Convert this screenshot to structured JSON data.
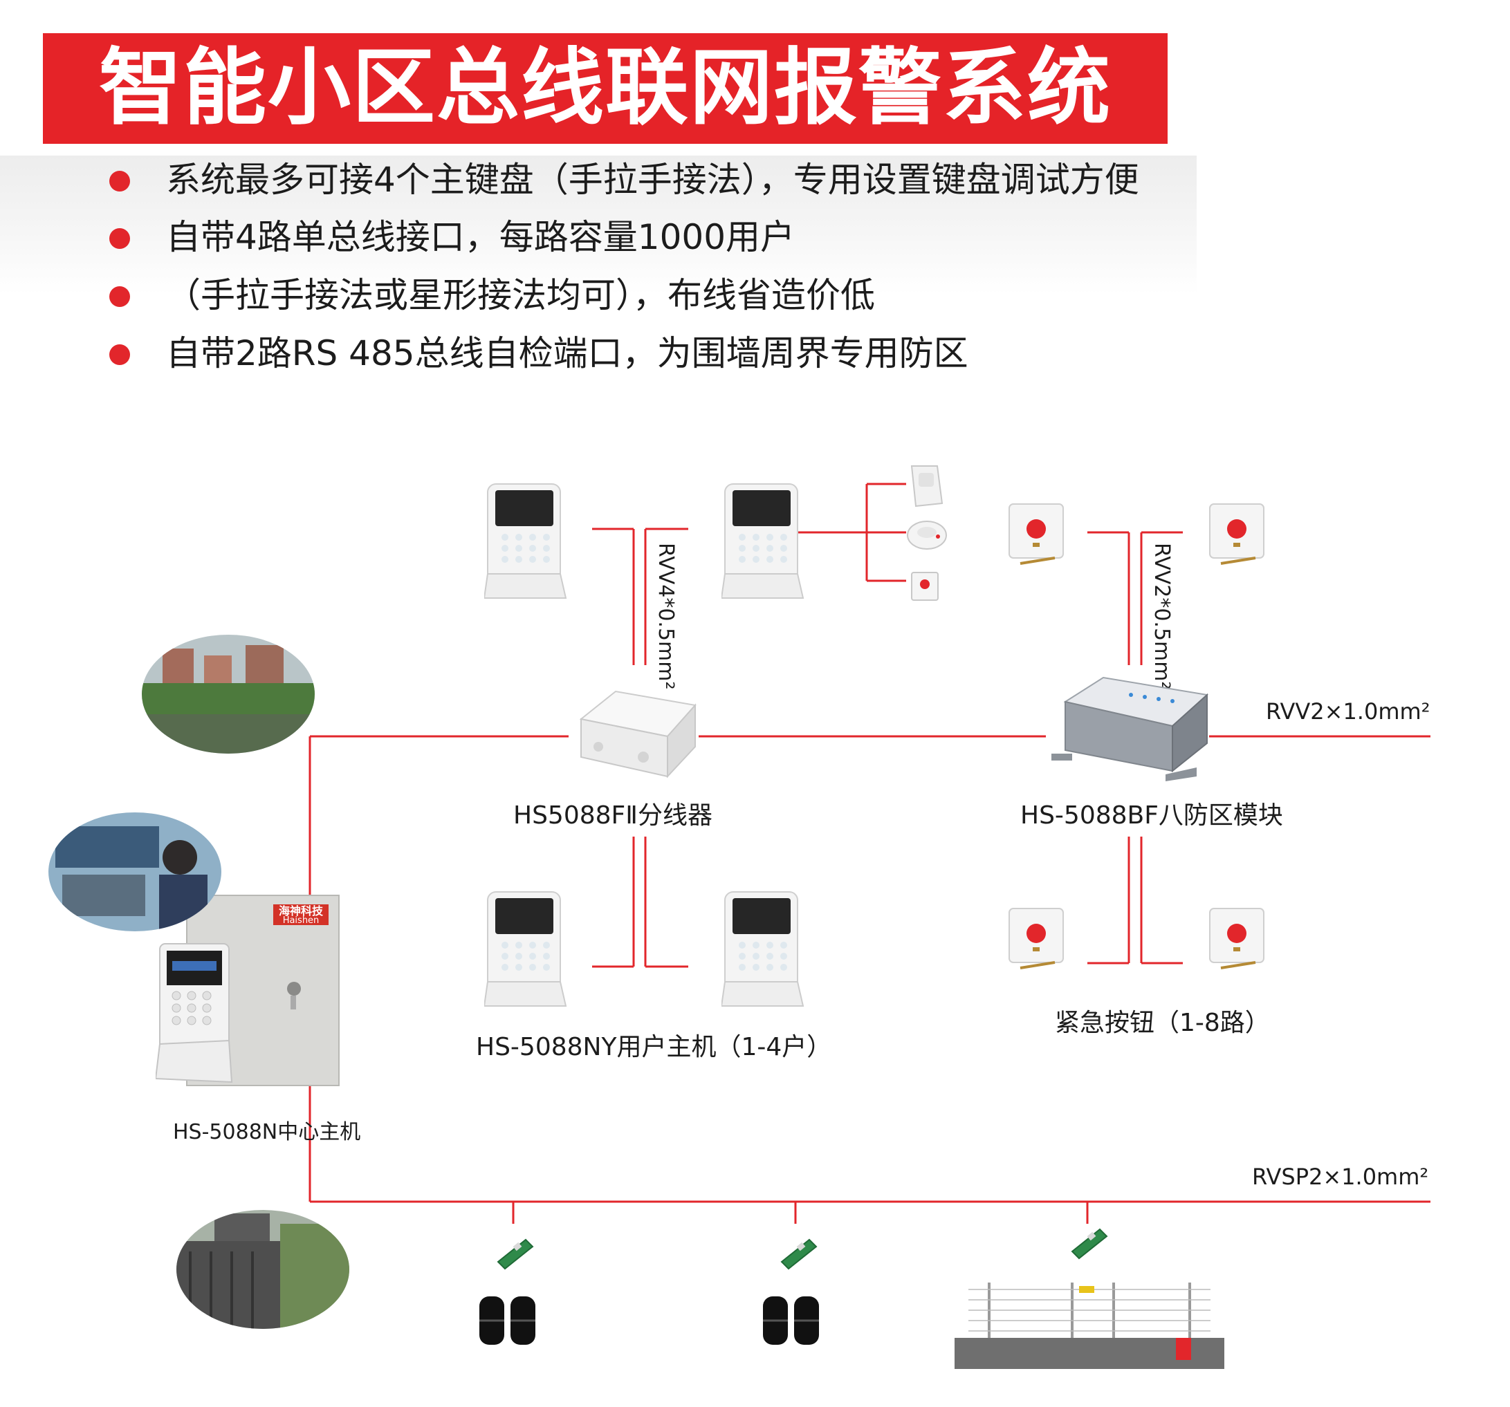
{
  "title": "智能小区总线联网报警系统",
  "bullets": [
    "系统最多可接4个主键盘（手拉手接法），专用设置键盘调试方便",
    "自带4路单总线接口，每路容量1000用户",
    "（手拉手接法或星形接法均可），布线省造价低",
    "自带2路RS 485总线自检端口，为围墙周界专用防区"
  ],
  "labels": {
    "cable_rvv4": "RVV4*0.5mm²",
    "cable_rvv2_vertical": "RVV2*0.5mm²",
    "cable_rvv2_bus": "RVV2×1.0mm²",
    "cable_rvsp2_bus": "RVSP2×1.0mm²",
    "splitter": "HS5088FⅡ分线器",
    "module": "HS-5088BF八防区模块",
    "user_host": "HS-5088NY用户主机（1-4户）",
    "panic_buttons": "紧急按钮（1-8路）",
    "center_host": "HS-5088N中心主机",
    "brand_plate_cn": "海神科技",
    "brand_plate_en": "Haishen"
  },
  "colors": {
    "accent_red": "#e52328",
    "wire_red": "#e2262b",
    "text_dark": "#1c1c1c"
  }
}
